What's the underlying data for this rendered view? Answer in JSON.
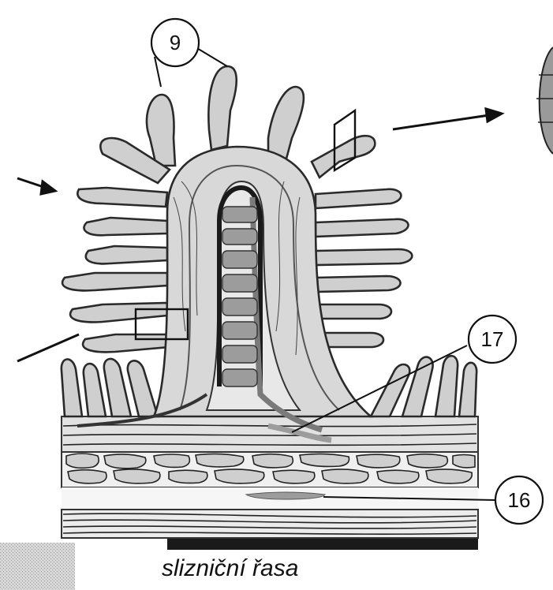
{
  "labels": {
    "villi": "9",
    "muscularis_mucosae": "17",
    "submucosa_vessel": "16"
  },
  "caption": "slizniční řasa"
}
